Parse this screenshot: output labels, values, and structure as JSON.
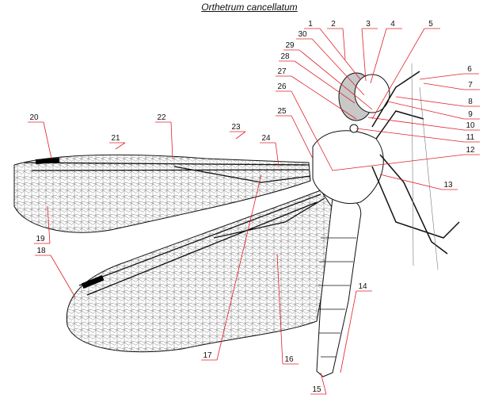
{
  "title": "Orthetrum cancellatum",
  "labels": [
    "1",
    "2",
    "3",
    "4",
    "5",
    "6",
    "7",
    "8",
    "9",
    "10",
    "11",
    "12",
    "13",
    "14",
    "15",
    "16",
    "17",
    "18",
    "19",
    "20",
    "21",
    "22",
    "23",
    "24",
    "25",
    "26",
    "27",
    "28",
    "29",
    "30"
  ],
  "colors": {
    "leader": "#e0202a",
    "outline": "#111111",
    "eye": "#c8c8c8",
    "pterostigma": "#000000"
  }
}
